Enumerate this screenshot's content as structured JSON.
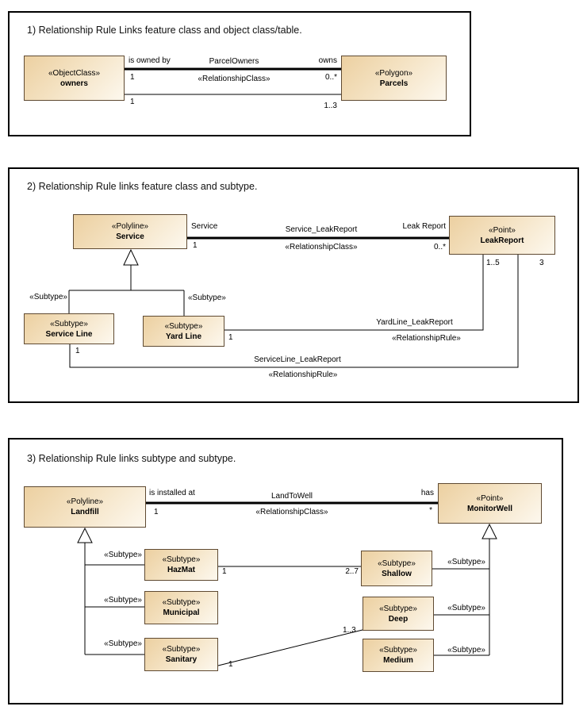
{
  "colors": {
    "box_fill_top": "#ecd0a1",
    "box_fill_bottom": "#fdf8ee",
    "box_border": "#5f4a32",
    "line": "#000000"
  },
  "panel1": {
    "title": "1) Relationship Rule Links feature class and object class/table.",
    "left_box": {
      "stereotype": "«ObjectClass»",
      "name": "owners"
    },
    "right_box": {
      "stereotype": "«Polygon»",
      "name": "Parcels"
    },
    "rel": {
      "left_role": "is owned by",
      "name": "ParcelOwners",
      "right_role": "owns",
      "left_mult": "1",
      "stereotype": "«RelationshipClass»",
      "right_mult": "0..*"
    },
    "rule": {
      "left_mult": "1",
      "right_mult": "1..3"
    }
  },
  "panel2": {
    "title": "2) Relationship Rule links feature class and subtype.",
    "left_box": {
      "stereotype": "«Polyline»",
      "name": "Service"
    },
    "right_box": {
      "stereotype": "«Point»",
      "name": "LeakReport"
    },
    "rel": {
      "left_role": "Service",
      "name": "Service_LeakReport",
      "right_role": "Leak Report",
      "left_mult": "1",
      "stereotype": "«RelationshipClass»",
      "right_mult": "0..*"
    },
    "subtype_label": "«Subtype»",
    "subtype_boxes": [
      {
        "stereotype": "«Subtype»",
        "name": "Service Line"
      },
      {
        "stereotype": "«Subtype»",
        "name": "Yard Line"
      }
    ],
    "leak_mult_1": "1..5",
    "leak_mult_2": "3",
    "yardline_rule": {
      "name": "YardLine_LeakReport",
      "stereotype": "«RelationshipRule»",
      "mult": "1"
    },
    "serviceline_rule": {
      "name": "ServiceLine_LeakReport",
      "stereotype": "«RelationshipRule»",
      "mult": "1"
    }
  },
  "panel3": {
    "title": "3) Relationship Rule links subtype and subtype.",
    "left_box": {
      "stereotype": "«Polyline»",
      "name": "Landfill"
    },
    "right_box": {
      "stereotype": "«Point»",
      "name": "MonitorWell"
    },
    "rel": {
      "left_role": "is installed at",
      "name": "LandToWell",
      "right_role": "has",
      "left_mult": "1",
      "stereotype": "«RelationshipClass»",
      "right_mult": "*"
    },
    "subtype_label": "«Subtype»",
    "left_subtypes": [
      {
        "stereotype": "«Subtype»",
        "name": "HazMat"
      },
      {
        "stereotype": "«Subtype»",
        "name": "Municipal"
      },
      {
        "stereotype": "«Subtype»",
        "name": "Sanitary"
      }
    ],
    "right_subtypes": [
      {
        "stereotype": "«Subtype»",
        "name": "Shallow"
      },
      {
        "stereotype": "«Subtype»",
        "name": "Deep"
      },
      {
        "stereotype": "«Subtype»",
        "name": "Medium"
      }
    ],
    "hazmat_shallow": {
      "left_mult": "1",
      "right_mult": "2..7"
    },
    "sanitary_deep": {
      "left_mult": "1",
      "right_mult": "1..3"
    }
  }
}
